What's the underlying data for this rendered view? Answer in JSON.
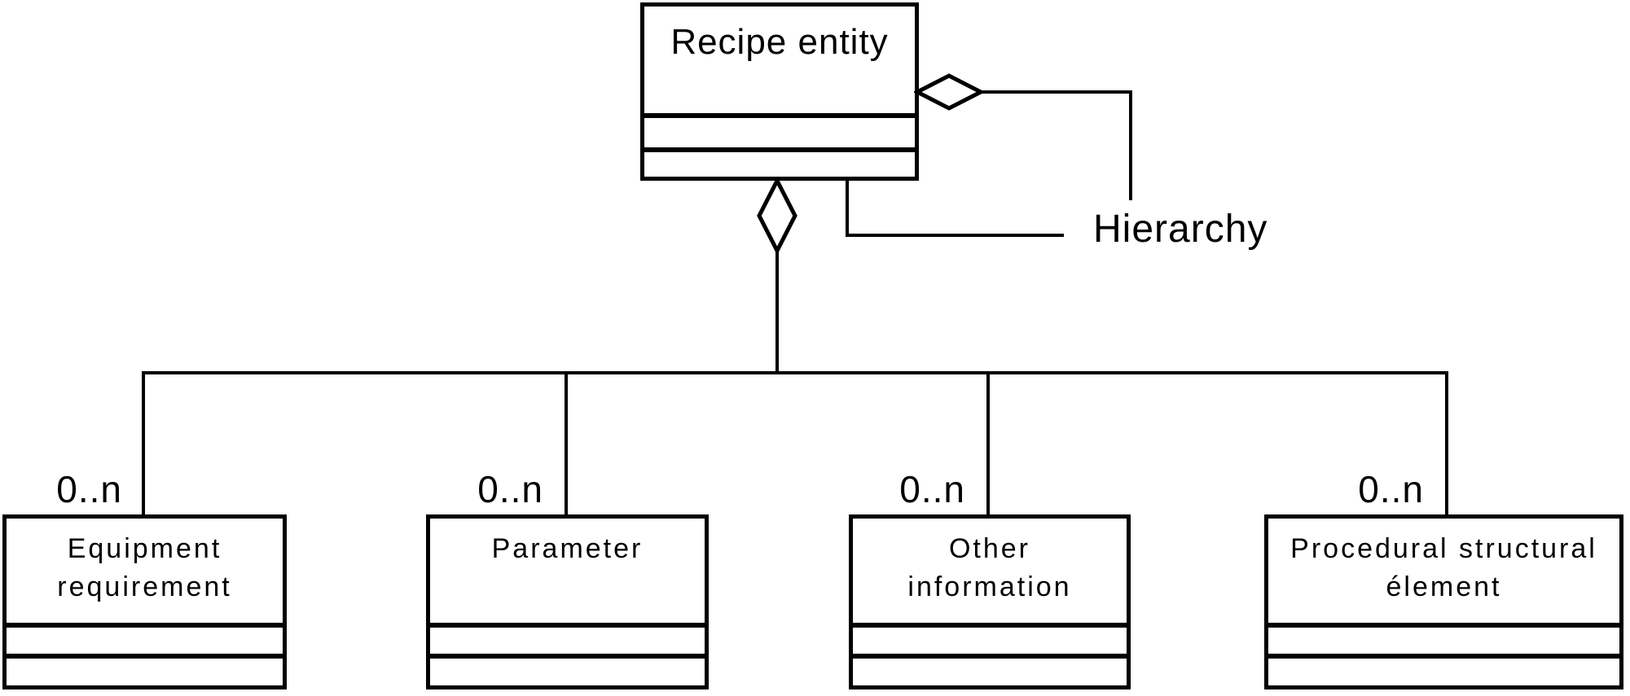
{
  "colors": {
    "background": "#ffffff",
    "line": "#000000",
    "text": "#000000"
  },
  "diagram": {
    "kind": "uml-class-diagram",
    "root": {
      "name": "Recipe entity"
    },
    "self_association": {
      "label": "Hierarchy",
      "aggregation": true
    },
    "children_association": {
      "aggregation": true
    },
    "children": [
      {
        "name": "Equipment requirement",
        "name_lines": [
          "Equipment",
          "requirement"
        ],
        "multiplicity": "0..n"
      },
      {
        "name": "Parameter",
        "name_lines": [
          "Parameter",
          ""
        ],
        "multiplicity": "0..n"
      },
      {
        "name": "Other information",
        "name_lines": [
          "Other",
          "information"
        ],
        "multiplicity": "0..n"
      },
      {
        "name": "Procedural structural élement",
        "name_lines": [
          "Procedural structural",
          "élement"
        ],
        "multiplicity": "0..n"
      }
    ]
  }
}
